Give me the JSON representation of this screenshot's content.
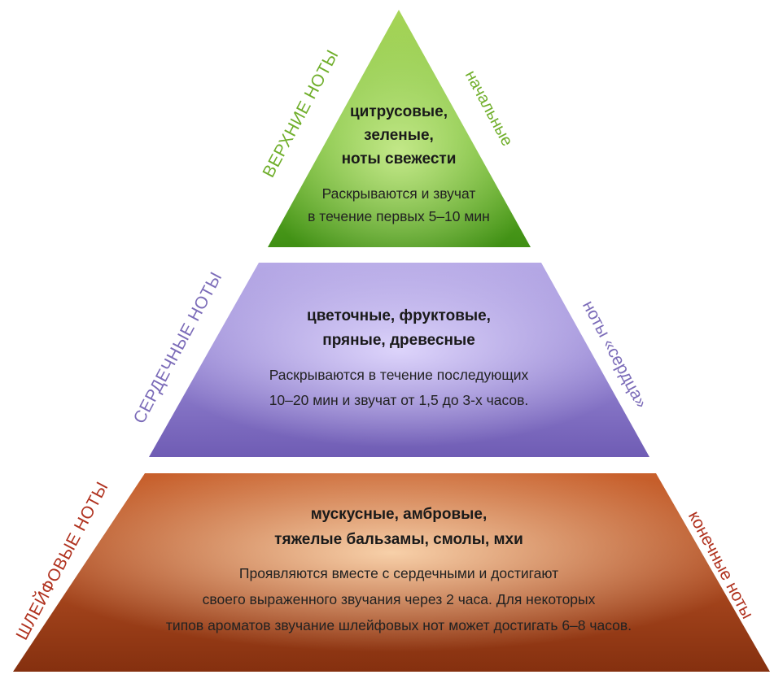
{
  "tiers": [
    {
      "id": "top",
      "title": "цитрусовые,\nзеленые,\nноты свежести",
      "description": "Раскрываются и звучат\nв течение первых 5–10 мин",
      "left_label": "Верхние ноты",
      "right_label": "начальные",
      "color": "#5aa61e",
      "label_color": "#6fae2a"
    },
    {
      "id": "middle",
      "title": "цветочные, фруктовые,\nпряные, древесные",
      "description": "Раскрываются в течение последующих\n10–20 мин и звучат от 1,5 до 3-х часов.",
      "left_label": "Сердечные ноты",
      "right_label": "ноты «сердца»",
      "color": "#8774c7",
      "label_color": "#7b6bb8"
    },
    {
      "id": "bottom",
      "title": "мускусные, амбровые,\nтяжелые бальзамы, смолы, мхи",
      "description": "Проявляются вместе с сердечными и достигают\nсвоего выраженного звучания через 2 часа. Для некоторых\nтипов ароматов звучание шлейфовых нот может достигать 6–8 часов.",
      "left_label": "Шлейфовые ноты",
      "right_label": "конечные ноты",
      "color": "#a8461f",
      "label_color": "#b0321f"
    }
  ]
}
